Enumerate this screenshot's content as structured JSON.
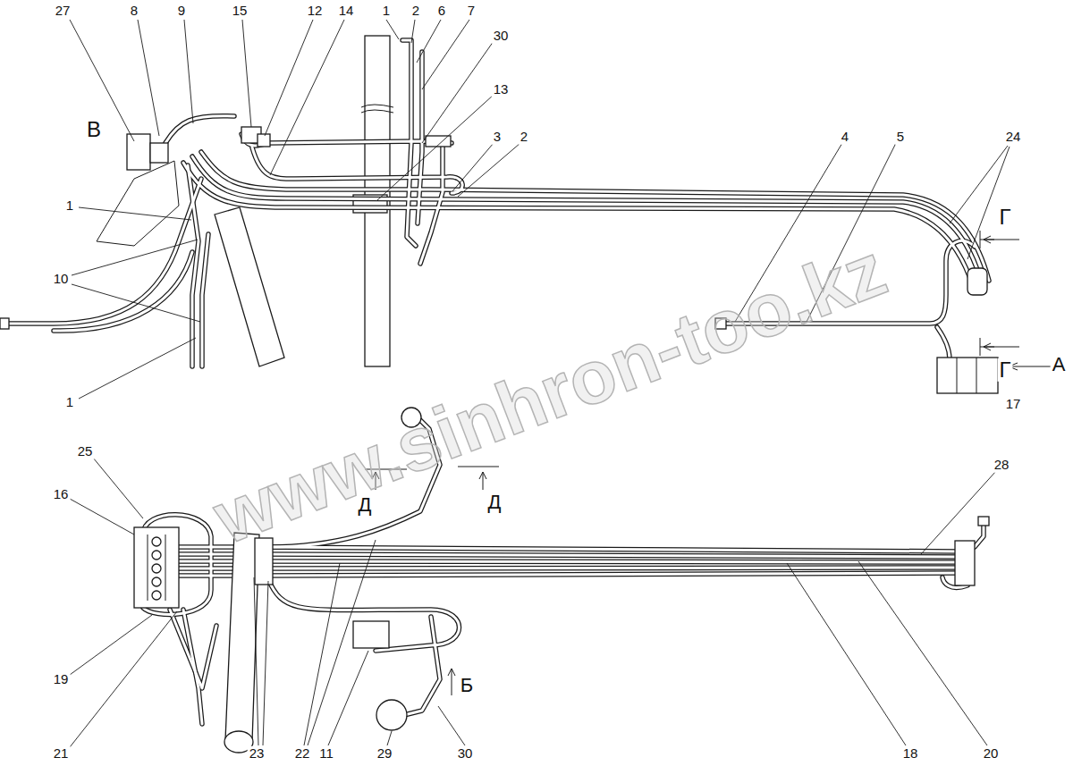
{
  "diagram": {
    "labels": [
      "27",
      "8",
      "9",
      "15",
      "12",
      "14",
      "1",
      "2",
      "6",
      "7",
      "30",
      "13",
      "3",
      "2",
      "4",
      "5",
      "24",
      "Г",
      "Г",
      "А",
      "17",
      "В",
      "1",
      "10",
      "1",
      "25",
      "16",
      "Д",
      "Д",
      "28",
      "Б",
      "19",
      "21",
      "23",
      "22",
      "11",
      "29",
      "30",
      "18",
      "20",
      "www.sinhron-too.kz"
    ]
  }
}
